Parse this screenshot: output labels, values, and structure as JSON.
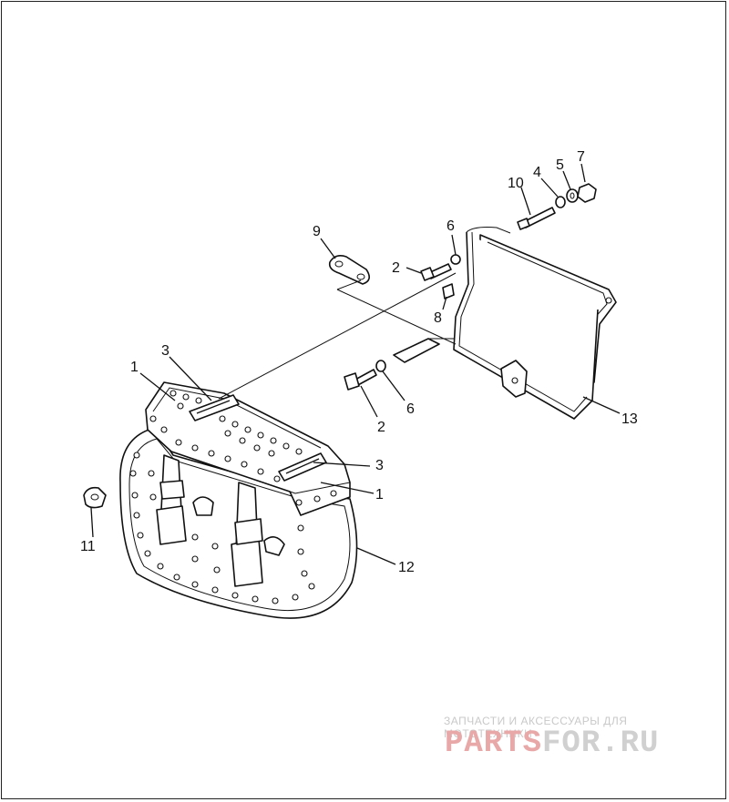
{
  "diagram": {
    "callouts": [
      {
        "id": "c1a",
        "label": "1"
      },
      {
        "id": "c1b",
        "label": "1"
      },
      {
        "id": "c2a",
        "label": "2"
      },
      {
        "id": "c2b",
        "label": "2"
      },
      {
        "id": "c3a",
        "label": "3"
      },
      {
        "id": "c3b",
        "label": "3"
      },
      {
        "id": "c4",
        "label": "4"
      },
      {
        "id": "c5",
        "label": "5"
      },
      {
        "id": "c6a",
        "label": "6"
      },
      {
        "id": "c6b",
        "label": "6"
      },
      {
        "id": "c7",
        "label": "7"
      },
      {
        "id": "c8",
        "label": "8"
      },
      {
        "id": "c9",
        "label": "9"
      },
      {
        "id": "c10",
        "label": "10"
      },
      {
        "id": "c11",
        "label": "11"
      },
      {
        "id": "c12",
        "label": "12"
      },
      {
        "id": "c13",
        "label": "13"
      }
    ]
  },
  "watermark": {
    "tagline": "ЗАПЧАСТИ И АКСЕССУАРЫ ДЛЯ МОТОТЕХНИКИ",
    "logo_part1": "PARTS",
    "logo_part2": "FOR.RU"
  }
}
